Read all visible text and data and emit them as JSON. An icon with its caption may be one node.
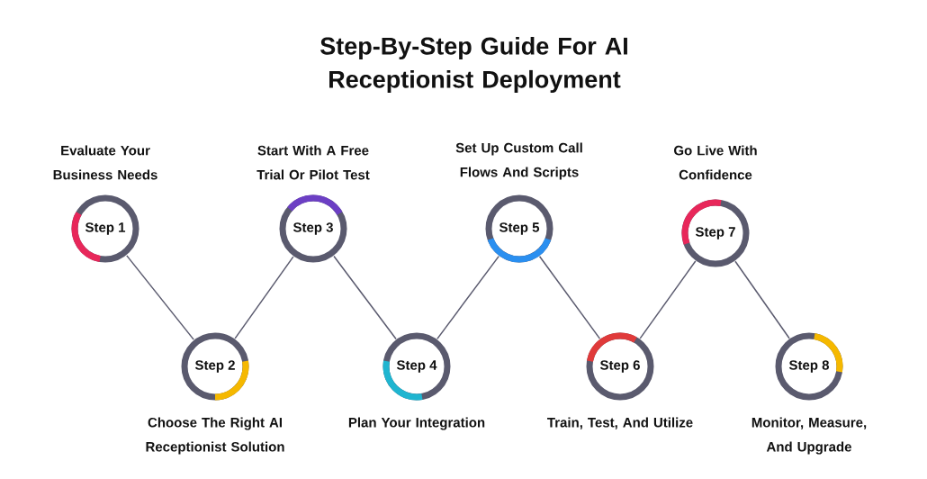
{
  "diagram": {
    "title": "Step-By-Step Guide For AI Receptionist Deployment",
    "nodes": [
      {
        "text": [
          "Evaluate Your Business Needs",
          "Step 1"
        ]
      },
      {
        "text": [
          "Step 2",
          "Choose The Right AI Receptionist Solution"
        ]
      },
      {
        "text": [
          "Start With A Free Trial Or Pilot Test",
          "Step 3"
        ]
      },
      {
        "text": [
          "Step 4",
          "Plan Your Integration"
        ]
      },
      {
        "text": [
          "Set Up Custom Call Flows And Scripts",
          "Step 5"
        ]
      },
      {
        "text": [
          "Step 6",
          "Train, Test, And Utilize"
        ]
      },
      {
        "text": [
          "Go Live With Confidence",
          "Step 7"
        ]
      },
      {
        "text": [
          "Step 8",
          "Monitor, Measure, And Upgrade"
        ]
      }
    ],
    "edges": [
      {
        "from": 0,
        "to": 1,
        "arrow": "none"
      },
      {
        "from": 1,
        "to": 2,
        "arrow": "none"
      },
      {
        "from": 2,
        "to": 3,
        "arrow": "none"
      },
      {
        "from": 3,
        "to": 4,
        "arrow": "none"
      },
      {
        "from": 4,
        "to": 5,
        "arrow": "none"
      },
      {
        "from": 5,
        "to": 6,
        "arrow": "none"
      },
      {
        "from": 6,
        "to": 7,
        "arrow": "none"
      }
    ]
  }
}
